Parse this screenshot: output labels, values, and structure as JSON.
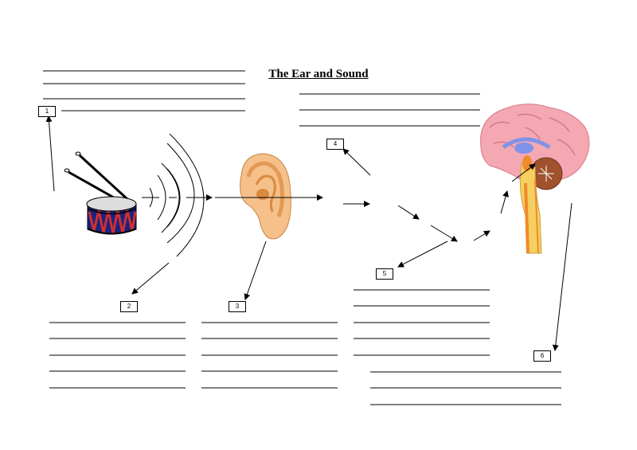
{
  "worksheet": {
    "title": "The Ear and Sound",
    "labels": [
      "1",
      "2",
      "3",
      "4",
      "5",
      "6"
    ]
  },
  "colors": {
    "ink": "#000000",
    "drum_red": "#d32f2f",
    "drum_blue": "#1a237e",
    "ear_skin": "#f6c08a",
    "ear_shadow": "#e39a55",
    "brain_pink": "#f4a8b2",
    "brain_stem": "#f5d061",
    "cerebellum": "#a0522d",
    "brain_blue": "#7f93e8",
    "spinal_orange": "#f08a2c"
  },
  "icons": [
    "drum-icon",
    "ear-icon",
    "brain-icon"
  ]
}
